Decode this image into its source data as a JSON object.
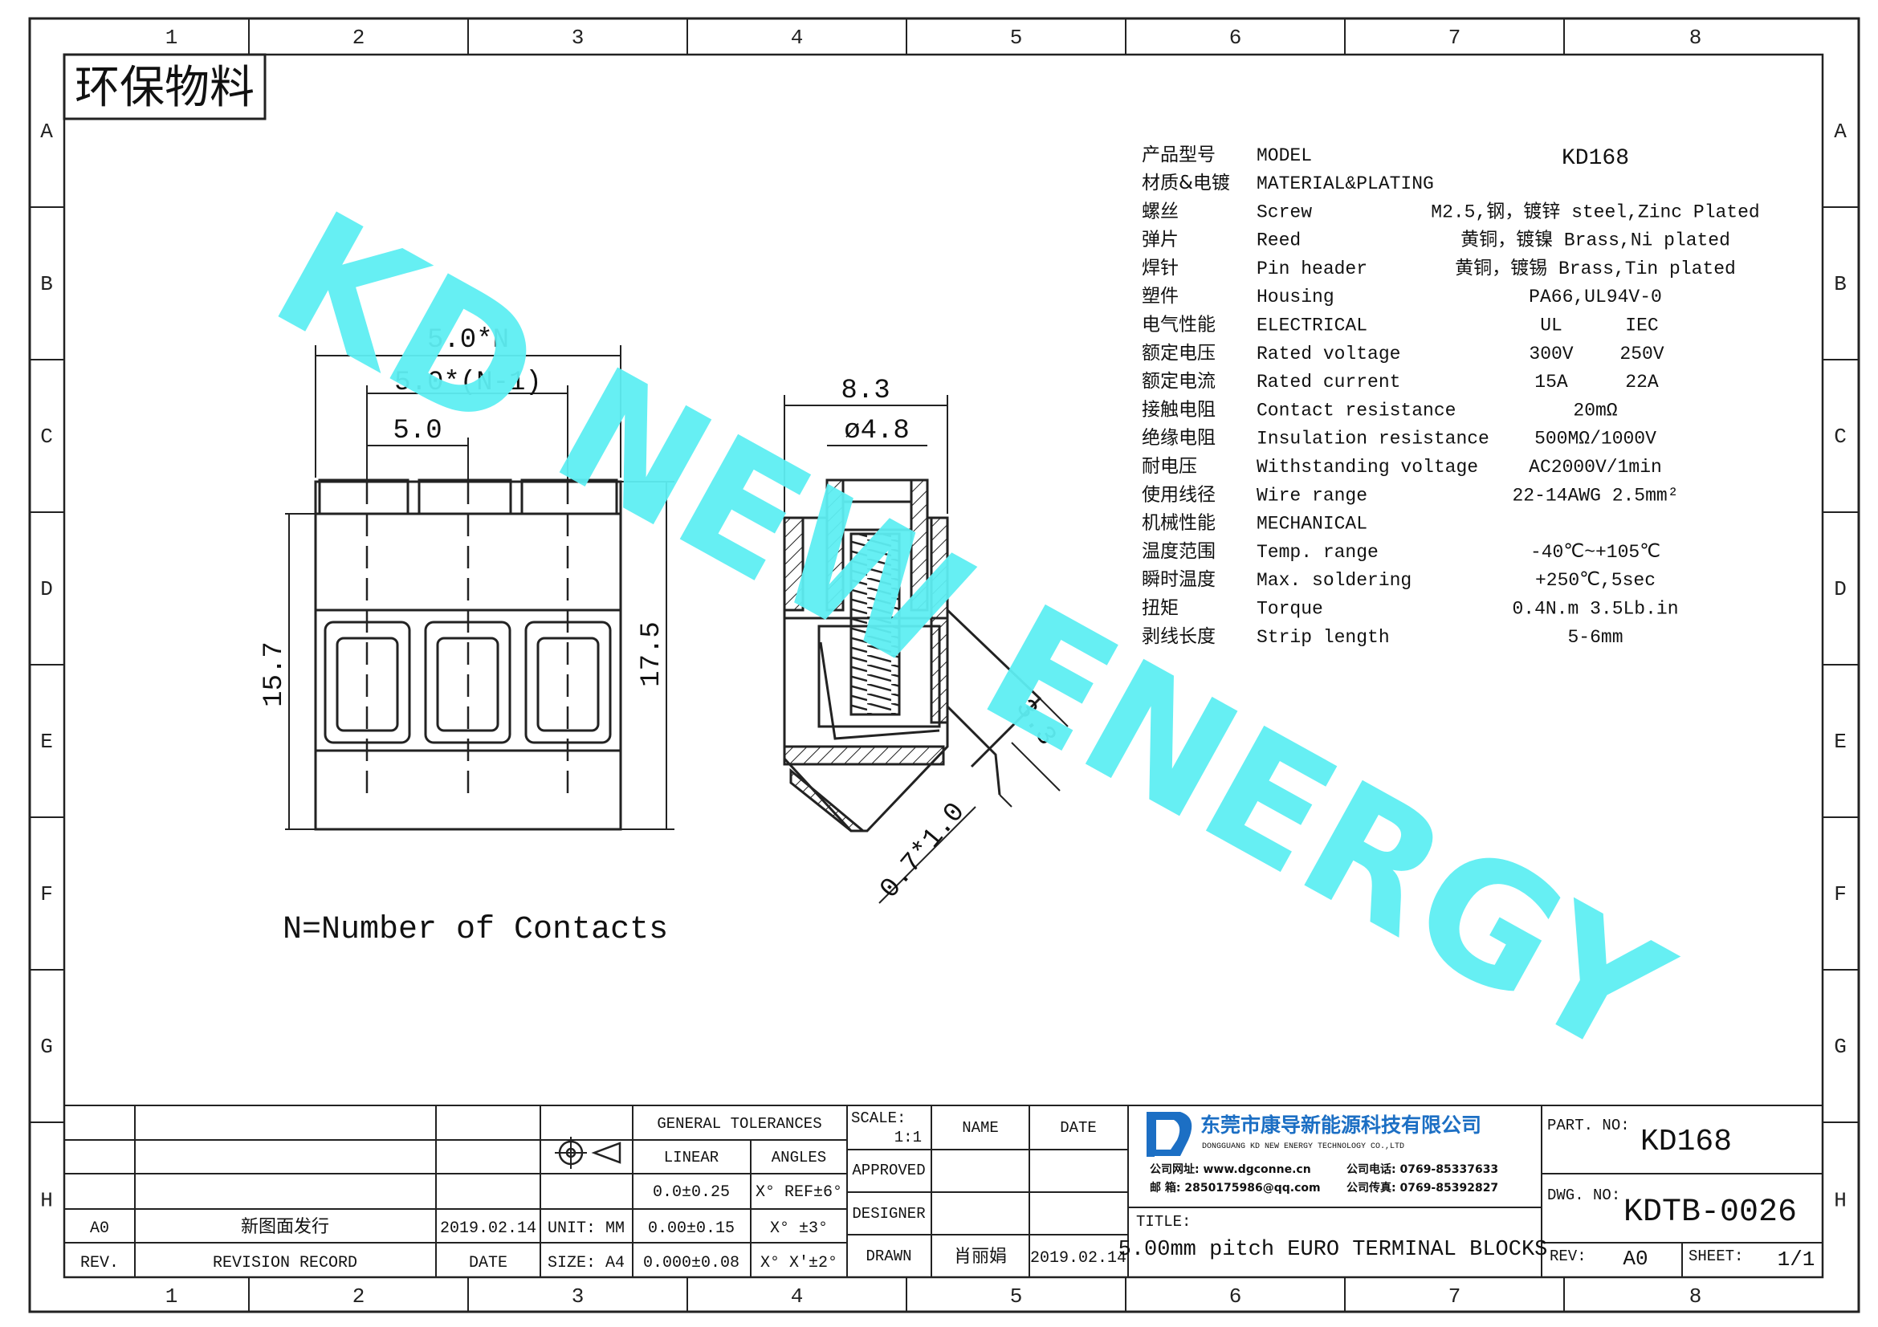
{
  "frame": {
    "col_labels": [
      "1",
      "2",
      "3",
      "4",
      "5",
      "6",
      "7",
      "8"
    ],
    "row_labels": [
      "A",
      "B",
      "C",
      "D",
      "E",
      "F",
      "G",
      "H"
    ]
  },
  "eco_stamp": "环保物料",
  "watermark": "KD NEW ENERGY",
  "front_view": {
    "dims": {
      "total": "5.0*N",
      "inner": "5.0*(N-1)",
      "pitch": "5.0",
      "height_left": "15.7",
      "height_right": "17.5"
    },
    "note": "N=Number of Contacts"
  },
  "side_view": {
    "dims": {
      "width": "8.3",
      "diameter": "ø4.8",
      "strip": "3.3",
      "wire": "0.7*1.0"
    }
  },
  "specs": {
    "model_row": {
      "cn": "产品型号",
      "en": "MODEL",
      "value": "KD168"
    },
    "rows": [
      {
        "cn": "材质&电镀",
        "en": "MATERIAL&PLATING",
        "v1": "",
        "v2": ""
      },
      {
        "cn": "螺丝",
        "en": "Screw",
        "v1": "M2.5,钢，镀锌 steel,Zinc Plated",
        "v2": ""
      },
      {
        "cn": "弹片",
        "en": "Reed",
        "v1": "黄铜，镀镍 Brass,Ni plated",
        "v2": ""
      },
      {
        "cn": "焊针",
        "en": "Pin header",
        "v1": "黄铜，镀锡 Brass,Tin plated",
        "v2": ""
      },
      {
        "cn": "塑件",
        "en": "Housing",
        "v1": "PA66,UL94V-0",
        "v2": ""
      },
      {
        "cn": "电气性能",
        "en": "ELECTRICAL",
        "v1": "UL",
        "v2": "IEC"
      },
      {
        "cn": "额定电压",
        "en": "Rated voltage",
        "v1": "300V",
        "v2": "250V"
      },
      {
        "cn": "额定电流",
        "en": "Rated current",
        "v1": "15A",
        "v2": "22A"
      },
      {
        "cn": "接触电阻",
        "en": "Contact resistance",
        "v1": "20mΩ",
        "v2": ""
      },
      {
        "cn": "绝缘电阻",
        "en": "Insulation resistance",
        "v1": "500MΩ/1000V",
        "v2": ""
      },
      {
        "cn": "耐电压",
        "en": "Withstanding voltage",
        "v1": "AC2000V/1min",
        "v2": ""
      },
      {
        "cn": "使用线径",
        "en": "Wire range",
        "v1": "22-14AWG 2.5mm²",
        "v2": ""
      },
      {
        "cn": "机械性能",
        "en": "MECHANICAL",
        "v1": "",
        "v2": ""
      },
      {
        "cn": "温度范围",
        "en": "Temp. range",
        "v1": "-40℃~+105℃",
        "v2": ""
      },
      {
        "cn": "瞬时温度",
        "en": "Max. soldering",
        "v1": "+250℃,5sec",
        "v2": ""
      },
      {
        "cn": "扭矩",
        "en": "Torque",
        "v1": "0.4N.m  3.5Lb.in",
        "v2": ""
      },
      {
        "cn": "剥线长度",
        "en": "Strip length",
        "v1": "5-6mm",
        "v2": ""
      }
    ]
  },
  "title_block": {
    "revision": {
      "rev": "A0",
      "record": "新图面发行",
      "date": "2019.02.14",
      "rev_h": "REV.",
      "record_h": "REVISION RECORD",
      "date_h": "DATE"
    },
    "unit": "UNIT: MM",
    "size": "SIZE: A4",
    "tol_header": "GENERAL TOLERANCES",
    "linear_h": "LINEAR",
    "angles_h": "ANGLES",
    "lin": [
      "0.0±0.25",
      "0.00±0.15",
      "0.000±0.08"
    ],
    "ang": [
      "X° REF±6°",
      "X° ±3°",
      "X° X'±2°"
    ],
    "scale_label": "SCALE:",
    "scale_value": "1:1",
    "name_h": "NAME",
    "date_h": "DATE",
    "approved": "APPROVED",
    "designer": "DESIGNER",
    "drawn": "DRAWN",
    "drawn_name": "肖丽娟",
    "drawn_date": "2019.02.14",
    "company_cn": "东莞市康导新能源科技有限公司",
    "company_en": "DONGGUANG KD NEW ENERGY TECHNOLOGY CO.,LTD",
    "website": "公司网址: www.dgconne.cn",
    "phone": "公司电话: 0769-85337633",
    "email": "邮    箱: 2850175986@qq.com",
    "fax": "公司传真: 0769-85392827",
    "title_label": "TITLE:",
    "title": "5.00mm pitch EURO TERMINAL BLOCKS",
    "part_label": "PART. NO:",
    "part_no": "KD168",
    "dwg_label": "DWG. NO:",
    "dwg_no": "KDTB-0026",
    "rev_label": "REV:",
    "rev_value": "A0",
    "sheet_label": "SHEET:",
    "sheet_value": "1/1"
  },
  "colors": {
    "watermark": "#5EEEF2",
    "line": "#222222",
    "logo": "#1C6FC4"
  }
}
